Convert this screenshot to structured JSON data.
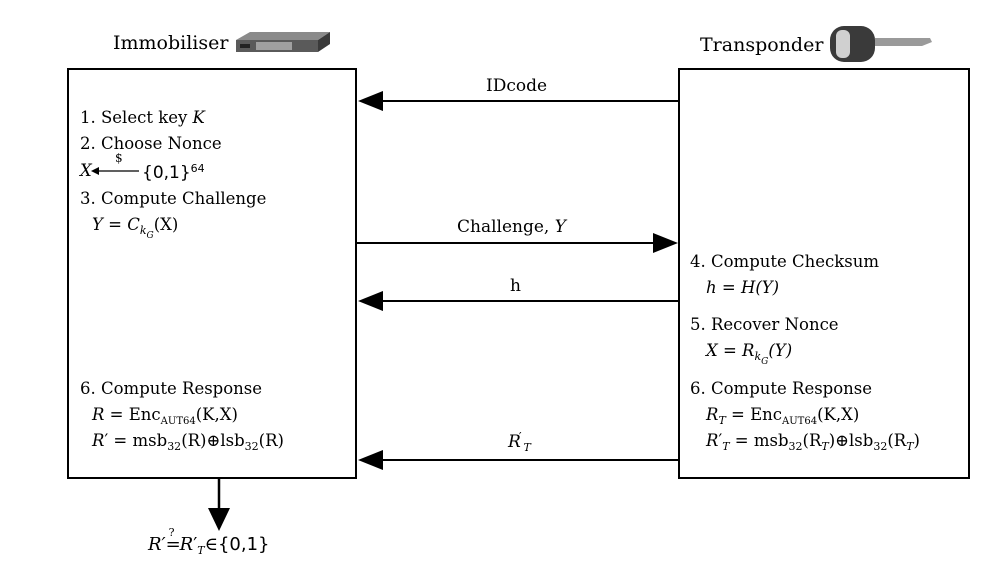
{
  "immobiliser": {
    "title": "Immobiliser",
    "steps": [
      {
        "label": "1. Select key ",
        "var": "K"
      },
      {
        "label": "2. Choose Nonce",
        "eq_x": "X",
        "eq_dollar": "$",
        "eq_set": "{0,1}",
        "eq_exp": "64"
      },
      {
        "label": "3. Compute Challenge",
        "eq_lhs": "Y",
        "eq_op": " = ",
        "eq_fn": "C",
        "eq_sub": "k",
        "eq_subsub": "G",
        "eq_arg": "(X)"
      },
      {
        "label": "6. Compute Response",
        "eq1_lhs": "R",
        "eq1_op": " = Enc",
        "eq1_sub": "AUT64",
        "eq1_args": "(K,X)",
        "eq2_lhs": "R",
        "eq2_prime": "′",
        "eq2_op": " = msb",
        "eq2_sub1": "32",
        "eq2_arg1": "(R)",
        "eq2_xor": "⊕",
        "eq2_lsb": "lsb",
        "eq2_sub2": "32",
        "eq2_arg2": "(R)"
      }
    ]
  },
  "transponder": {
    "title": "Transponder",
    "steps": [
      {
        "label": "4. Compute Checksum",
        "eq_text": "h = H(Y)"
      },
      {
        "label": "5. Recover Nonce",
        "eq_lhs": "X = R",
        "eq_sub": "k",
        "eq_subsub": "G",
        "eq_arg": "(Y)"
      },
      {
        "label": "6. Compute Response",
        "eq1_lhs": "R",
        "eq1_sub": "T",
        "eq1_op": " = Enc",
        "eq1_sub2": "AUT64",
        "eq1_args": "(K,X)",
        "eq2_lhs": "R",
        "eq2_prime": "′",
        "eq2_sub": "T",
        "eq2_op": " = msb",
        "eq2_sub1": "32",
        "eq2_arg1": "(R",
        "eq2_arg1sub": "T",
        "eq2_xor": ")⊕lsb",
        "eq2_sub2": "32",
        "eq2_arg2": "(R",
        "eq2_arg2sub": "T"
      }
    ]
  },
  "messages": {
    "idcode": "IDcode",
    "challenge_label": "Challenge, ",
    "challenge_var": "Y",
    "h": "h",
    "rt": "R",
    "rt_prime": "′",
    "rt_sub": "T"
  },
  "result": {
    "lhs": "R′",
    "q": "?",
    "eq": "=",
    "rhs": "R",
    "rhs_prime": "′",
    "rhs_sub": "T",
    "in": "∈",
    "set": "{0,1}"
  },
  "icons": [
    "immobiliser-device-icon",
    "car-key-icon"
  ]
}
